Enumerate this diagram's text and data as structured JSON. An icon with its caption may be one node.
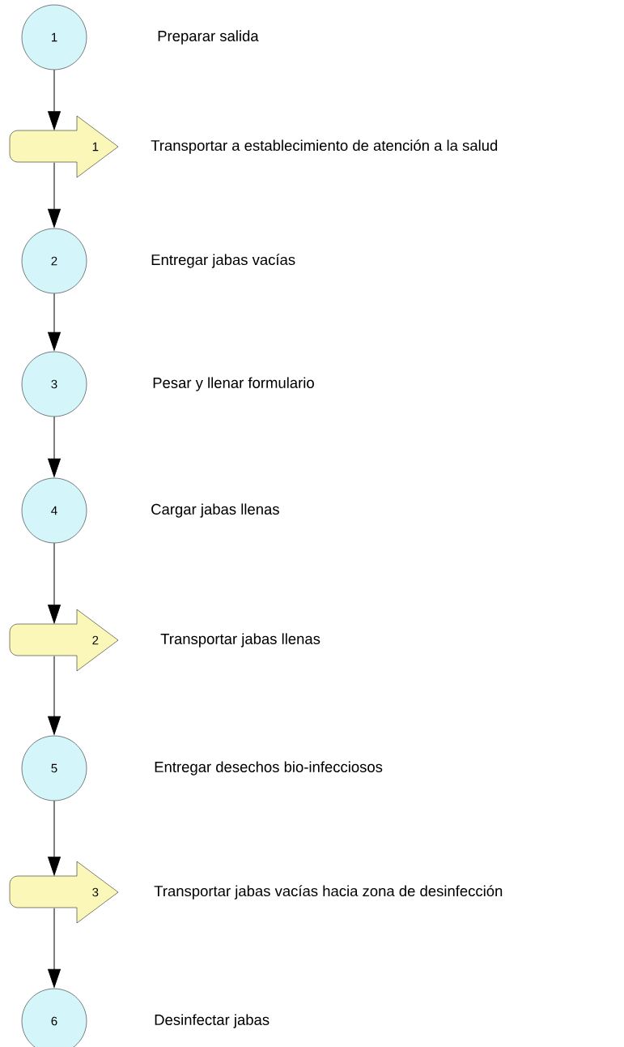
{
  "diagram": {
    "nodes": [
      {
        "text": [
          "1"
        ]
      },
      {
        "text": [
          "1"
        ]
      },
      {
        "text": [
          "2"
        ]
      },
      {
        "text": [
          "3"
        ]
      },
      {
        "text": [
          "4"
        ]
      },
      {
        "text": [
          "2"
        ]
      },
      {
        "text": [
          "5"
        ]
      },
      {
        "text": [
          "3"
        ]
      },
      {
        "text": [
          "6"
        ]
      }
    ],
    "edges": [
      {
        "from": 0,
        "to": 1,
        "arrow": "to"
      },
      {
        "from": 1,
        "to": 2,
        "arrow": "to"
      },
      {
        "from": 2,
        "to": 3,
        "arrow": "to"
      },
      {
        "from": 3,
        "to": 4,
        "arrow": "to"
      },
      {
        "from": 4,
        "to": 5,
        "arrow": "to"
      },
      {
        "from": 5,
        "to": 6,
        "arrow": "to"
      },
      {
        "from": 6,
        "to": 7,
        "arrow": "to"
      },
      {
        "from": 7,
        "to": 8,
        "arrow": "to"
      }
    ],
    "labels": [
      "Preparar salida",
      "Transportar a establecimiento de atención a la salud",
      "Entregar jabas vacías",
      "Pesar y llenar formulario",
      "Cargar jabas llenas",
      "Transportar jabas llenas",
      "Entregar desechos bio-infecciosos",
      "Transportar jabas vacías hacia zona de desinfección",
      "Desinfectar jabas"
    ]
  }
}
